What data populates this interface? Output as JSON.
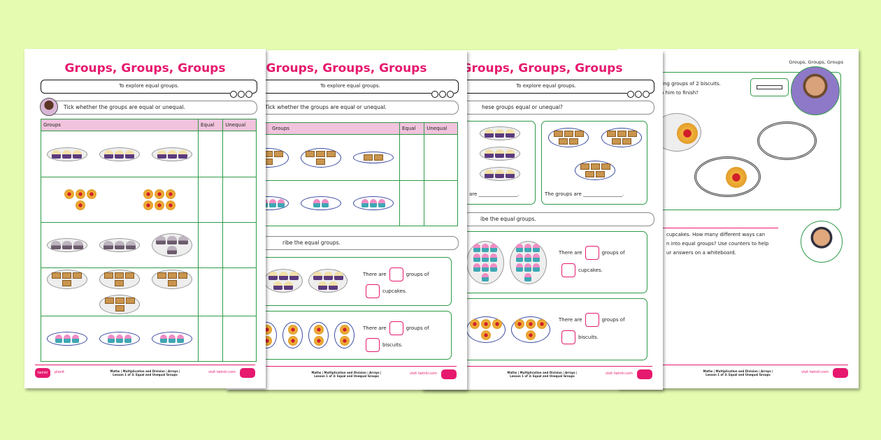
{
  "background_color": "#e4fbb0",
  "accent_color": "#e6196e",
  "title": "Groups, Groups, Groups",
  "objective": "To explore equal groups.",
  "pages": [
    {
      "instruction": "Tick whether the groups are equal or unequal.",
      "table": {
        "headers": [
          "Groups",
          "Equal",
          "Unequal"
        ],
        "rows": [
          "cupcakes",
          "biscuits",
          "muffins",
          "flapjacks",
          "pink-cupcakes"
        ]
      }
    },
    {
      "instruction": "Tick whether the groups are equal or unequal.",
      "table": {
        "headers": [
          "Groups",
          "Equal",
          "Unequal"
        ],
        "rows": [
          "flapjacks",
          "pink-cupcakes"
        ]
      },
      "instruction2": "ribe the equal groups.",
      "q1": {
        "a": "There are",
        "b": "groups of",
        "c": "cupcakes."
      },
      "q2": {
        "a": "There are",
        "b": "groups of",
        "c": "biscuits."
      }
    },
    {
      "instruction": "hese groups equal or unequal?",
      "left_answer": "are ________________.",
      "right_answer": "The groups are ________________.",
      "instruction2": "ibe the equal groups.",
      "q1": {
        "a": "There are",
        "b": "groups of",
        "c": "cupcakes."
      },
      "q2": {
        "a": "There are",
        "b": "groups of",
        "c": "biscuits."
      }
    },
    {
      "header": "Groups, Groups, Groups",
      "task1": [
        "king groups of 2 biscuits.",
        "lp him to finish?"
      ],
      "task2": [
        "cupcakes. How many different ways can",
        "n into equal groups? Use counters to help",
        "ur answers on a whiteboard."
      ]
    }
  ],
  "footer": {
    "brand": "twinkl",
    "planit": "planit",
    "line1": "Maths | Multiplication and Division | Arrays |",
    "line2": "Lesson 1 of 3: Equal and Unequal Groups",
    "visit": "visit twinkl.com"
  }
}
